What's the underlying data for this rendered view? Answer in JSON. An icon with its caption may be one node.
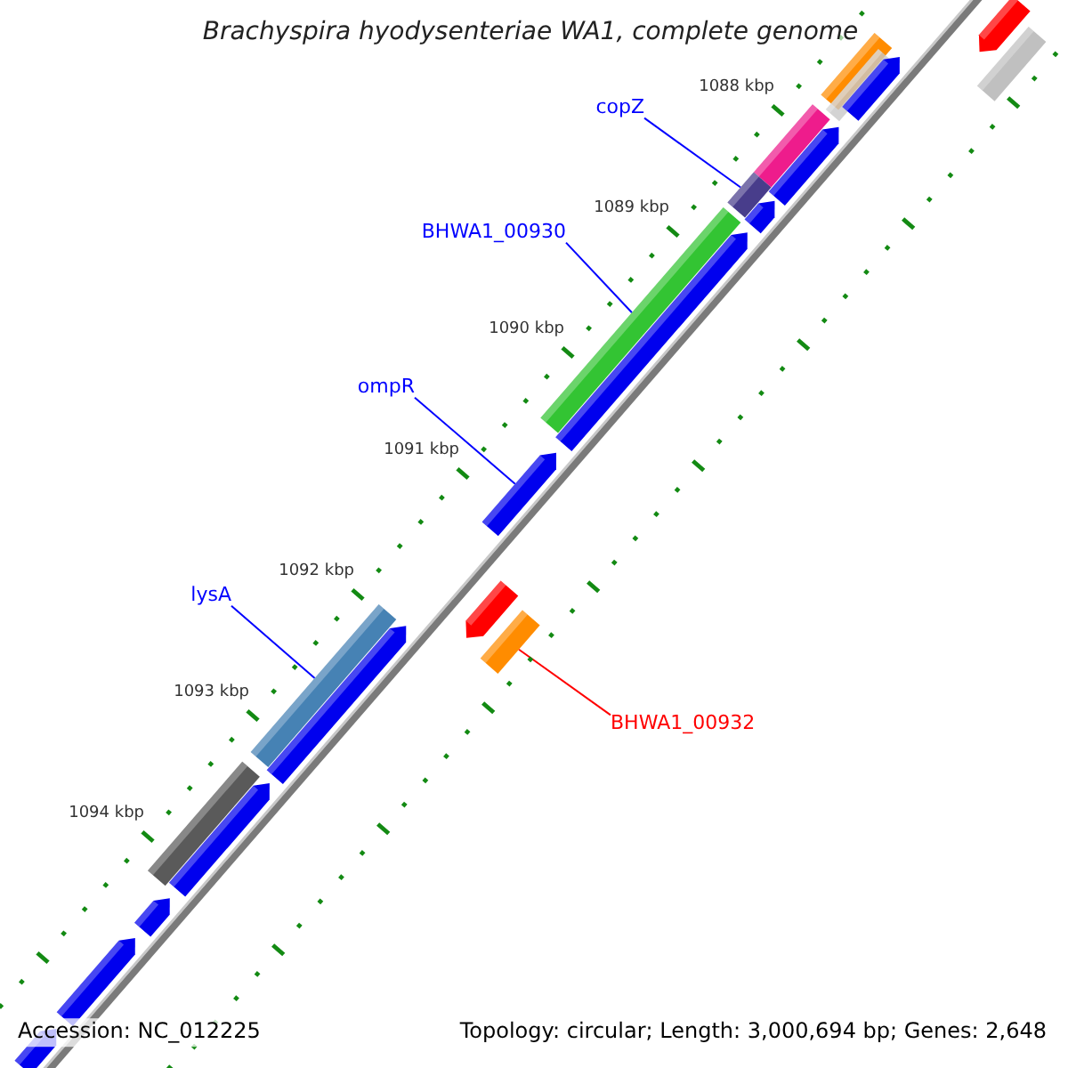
{
  "diagram": {
    "title": "Brachyspira hyodysenteriae WA1, complete genome",
    "nodes": [
      {
        "text": [
          "copZ"
        ]
      },
      {
        "text": [
          "BHWA1_00930"
        ]
      },
      {
        "text": [
          "ompR"
        ]
      },
      {
        "text": [
          "lysA"
        ]
      },
      {
        "text": [
          "BHWA1_00932"
        ]
      },
      {
        "text": [],
        "shape": "pentagon"
      },
      {
        "text": [],
        "shape": "bar"
      },
      {
        "text": [],
        "shape": "bar"
      },
      {
        "text": [],
        "shape": "bar"
      },
      {
        "text": [],
        "shape": "pentagon"
      },
      {
        "text": [],
        "shape": "bar"
      },
      {
        "text": [],
        "shape": "pentagon"
      },
      {
        "text": [],
        "shape": "bar"
      },
      {
        "text": [],
        "shape": "pentagon"
      },
      {
        "text": [],
        "shape": "bar"
      },
      {
        "text": [],
        "shape": "pentagon"
      },
      {
        "text": [],
        "shape": "pentagon"
      },
      {
        "text": [],
        "shape": "pentagon"
      },
      {
        "text": [],
        "shape": "bar"
      },
      {
        "text": [],
        "shape": "bar"
      },
      {
        "text": [],
        "shape": "pentagon"
      },
      {
        "text": [],
        "shape": "bar"
      },
      {
        "text": [],
        "shape": "pentagon"
      },
      {
        "text": [],
        "shape": "pentagon"
      },
      {
        "text": [],
        "shape": "pentagon"
      },
      {
        "text": [],
        "shape": "pentagon"
      }
    ],
    "edges": [
      {
        "from": 0,
        "to": 12,
        "arrow": "none"
      },
      {
        "from": 1,
        "to": 14,
        "arrow": "none"
      },
      {
        "from": 2,
        "to": 16,
        "arrow": "none"
      },
      {
        "from": 3,
        "to": 19,
        "arrow": "none"
      },
      {
        "from": 4,
        "to": 18,
        "arrow": "none",
        "color": "#ff0000"
      }
    ],
    "labels": [
      "1088 kbp",
      "1089 kbp",
      "1090 kbp",
      "1091 kbp",
      "1092 kbp",
      "1093 kbp",
      "1094 kbp",
      "Accession: NC_012225",
      "Topology: circular; Length: 3,000,694 bp; Genes: 2,648"
    ]
  }
}
